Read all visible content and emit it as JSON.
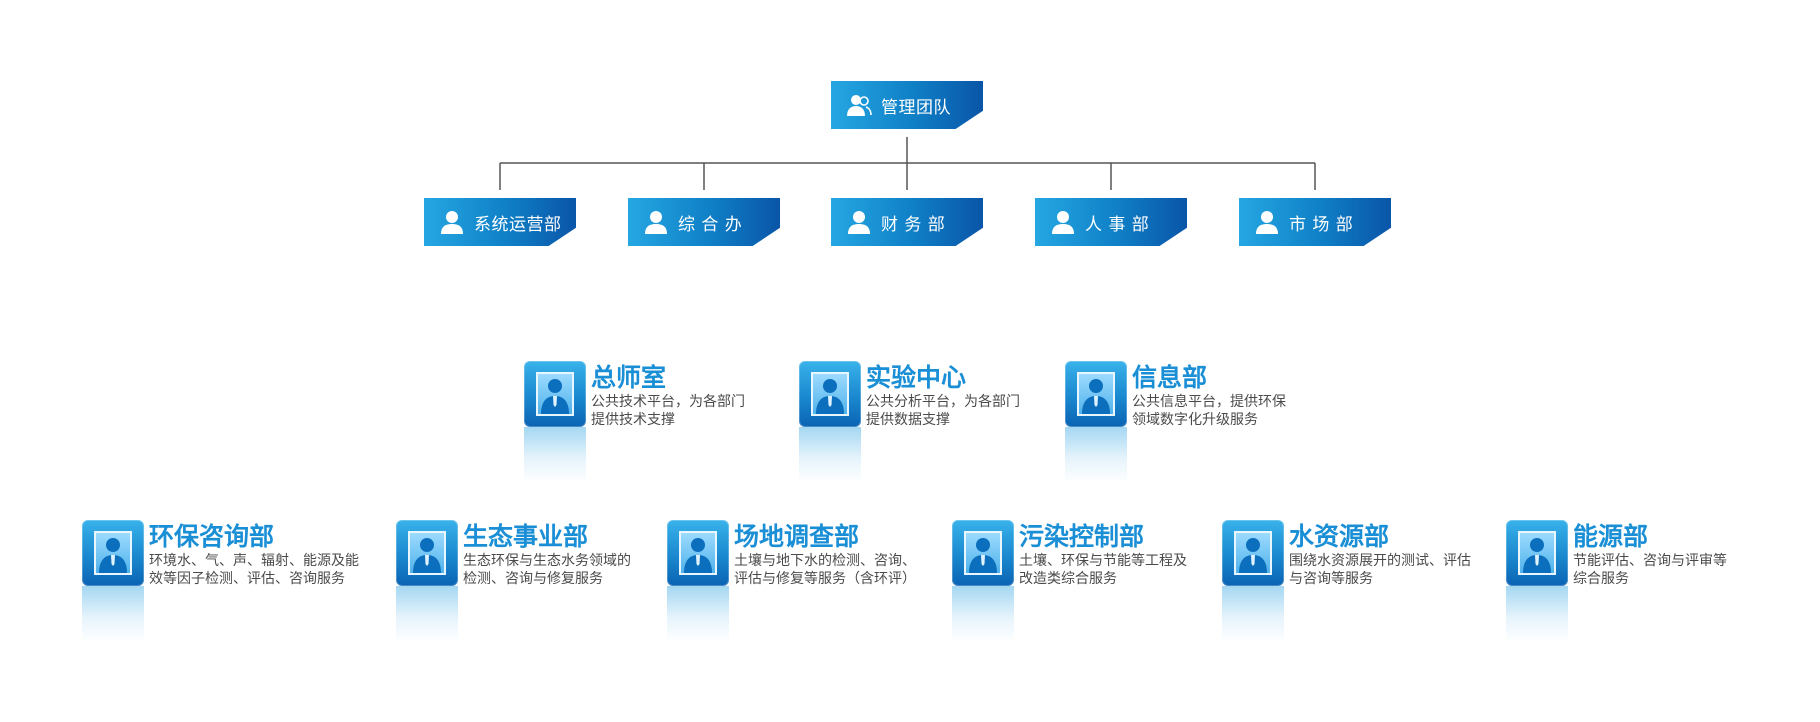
{
  "colors": {
    "accent": "#1a8fd6",
    "box_gradient_start": "#25a7e2",
    "box_gradient_end": "#0a55a8",
    "connector": "#555555",
    "description_text": "#4a4a4a"
  },
  "top": {
    "label": "管理团队",
    "icon": "team-icon"
  },
  "branches": [
    {
      "label": "系统运营部",
      "icon": "person-icon"
    },
    {
      "label": "综 合 办",
      "icon": "person-icon"
    },
    {
      "label": "财 务 部",
      "icon": "person-icon"
    },
    {
      "label": "人 事 部",
      "icon": "person-icon"
    },
    {
      "label": "市 场 部",
      "icon": "person-icon"
    }
  ],
  "platform_departments": [
    {
      "name": "总师室",
      "desc_line1": "公共技术平台，为各部门",
      "desc_line2": "提供技术支撑",
      "icon": "employee-portrait-icon"
    },
    {
      "name": "实验中心",
      "desc_line1": "公共分析平台，为各部门",
      "desc_line2": "提供数据支撑",
      "icon": "employee-portrait-icon"
    },
    {
      "name": "信息部",
      "desc_line1": "公共信息平台，提供环保",
      "desc_line2": "领域数字化升级服务",
      "icon": "employee-portrait-icon"
    }
  ],
  "business_departments": [
    {
      "name": "环保咨询部",
      "desc_line1": "环境水、气、声、辐射、能源及能",
      "desc_line2": "效等因子检测、评估、咨询服务",
      "icon": "employee-portrait-icon"
    },
    {
      "name": "生态事业部",
      "desc_line1": "生态环保与生态水务领域的",
      "desc_line2": "检测、咨询与修复服务",
      "icon": "employee-portrait-icon"
    },
    {
      "name": "场地调查部",
      "desc_line1": "土壤与地下水的检测、咨询、",
      "desc_line2": "评估与修复等服务（含环评）",
      "icon": "employee-portrait-icon"
    },
    {
      "name": "污染控制部",
      "desc_line1": "土壤、环保与节能等工程及",
      "desc_line2": "改造类综合服务",
      "icon": "employee-portrait-icon"
    },
    {
      "name": "水资源部",
      "desc_line1": "围绕水资源展开的测试、评估",
      "desc_line2": "与咨询等服务",
      "icon": "employee-portrait-icon"
    },
    {
      "name": "能源部",
      "desc_line1": "节能评估、咨询与评审等",
      "desc_line2": "综合服务",
      "icon": "employee-portrait-icon"
    }
  ]
}
